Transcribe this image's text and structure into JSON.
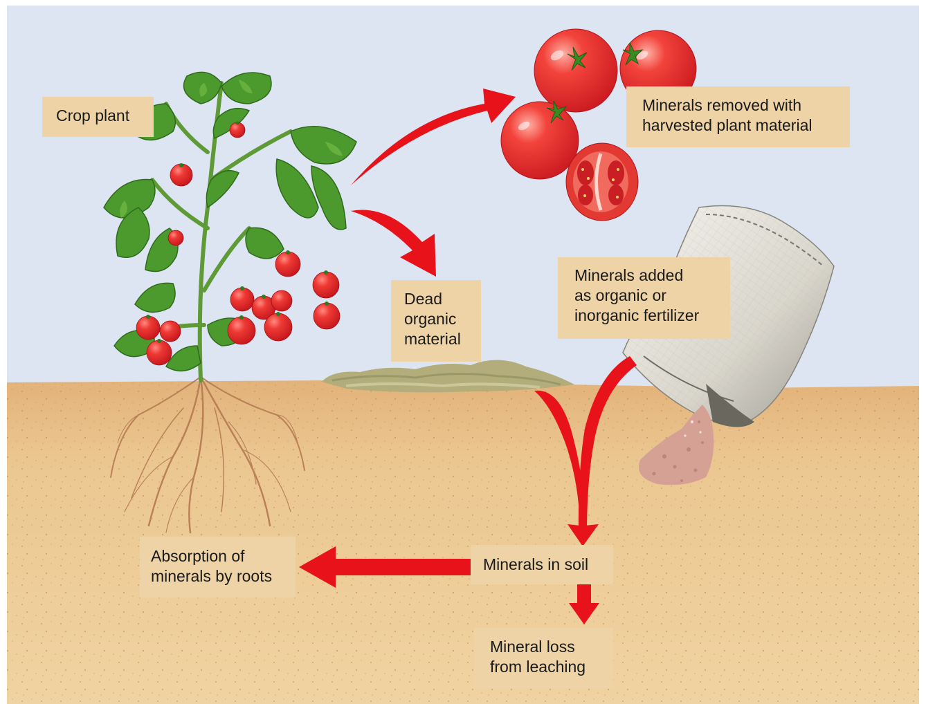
{
  "labels": {
    "crop_plant": "Crop plant",
    "minerals_removed": [
      "Minerals removed with",
      "harvested plant material"
    ],
    "dead_organic": [
      "Dead",
      "organic",
      "material"
    ],
    "minerals_added": [
      "Minerals added",
      "as organic or",
      "inorganic fertilizer"
    ],
    "minerals_in_soil": "Minerals in soil",
    "absorption": [
      "Absorption of",
      "minerals by roots"
    ],
    "mineral_loss": [
      "Mineral loss",
      "from leaching"
    ]
  },
  "colors": {
    "sky": "#dde5f3",
    "soil": "#e9c08c",
    "soil_dark": "#d9a56a",
    "label_bg": "#eed3a6",
    "arrow": "#e8121b",
    "leaf": "#4c9a2e",
    "tomato": "#e3222a"
  },
  "icons": [
    "tomato-plant-illustration",
    "tomato-fruit-illustration",
    "fertilizer-bag-illustration",
    "roots-illustration",
    "flow-arrow"
  ]
}
